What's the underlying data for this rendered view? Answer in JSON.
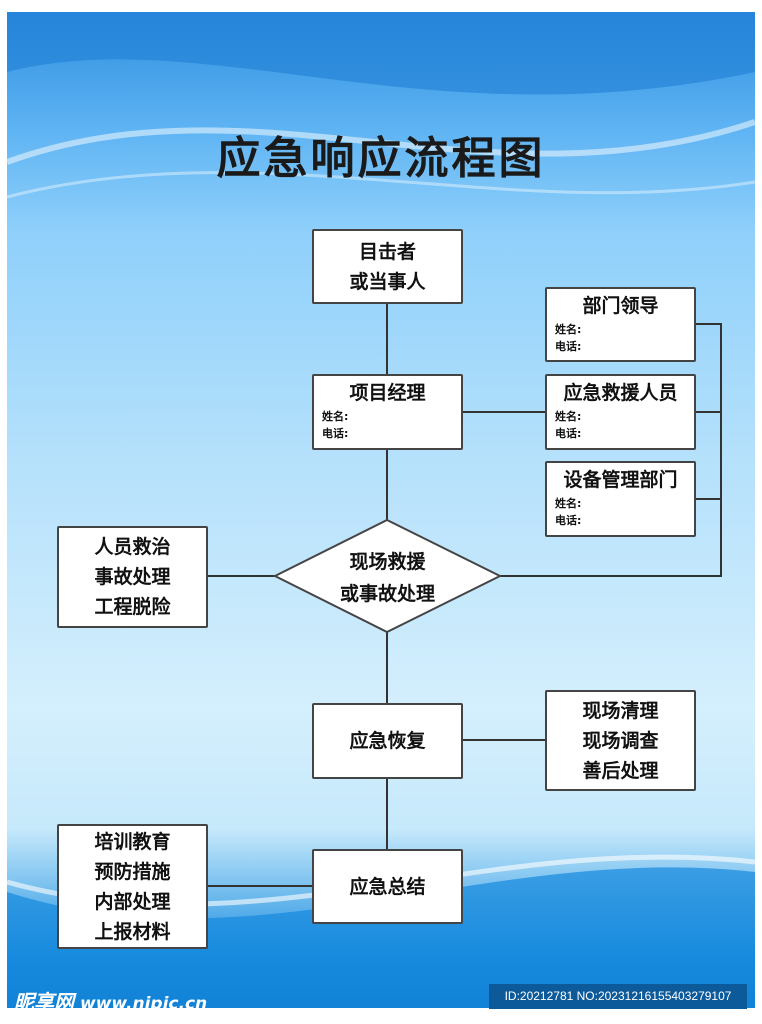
{
  "title": "应急响应流程图",
  "nodes": {
    "witness": [
      "目击者",
      "或当事人"
    ],
    "manager": {
      "title": "项目经理",
      "name": "姓名:",
      "phone": "电话:"
    },
    "dept_leader": {
      "title": "部门领导",
      "name": "姓名:",
      "phone": "电话:"
    },
    "rescuers": {
      "title": "应急救援人员",
      "name": "姓名:",
      "phone": "电话:"
    },
    "equipment": {
      "title": "设备管理部门",
      "name": "姓名:",
      "phone": "电话:"
    },
    "onsite": [
      "现场救援",
      "或事故处理"
    ],
    "treatment": [
      "人员救治",
      "事故处理",
      "工程脱险"
    ],
    "recovery": "应急恢复",
    "cleanup": [
      "现场清理",
      "现场调查",
      "善后处理"
    ],
    "summary": "应急总结",
    "training": [
      "培训教育",
      "预防措施",
      "内部处理",
      "上报材料"
    ]
  },
  "footer": {
    "logo": "昵享网",
    "url": "www.nipic.cn",
    "watermark": "ID:20212781 NO:20231216155403279107"
  }
}
